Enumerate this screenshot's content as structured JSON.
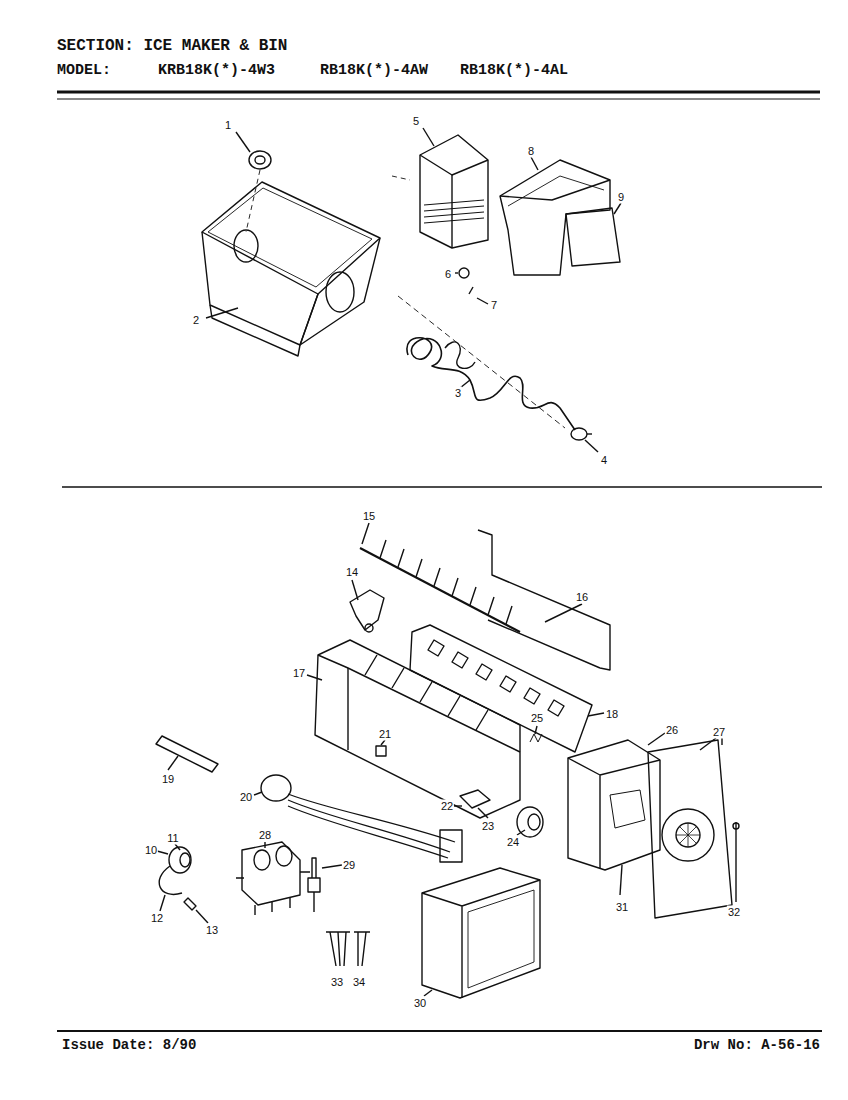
{
  "diagram": {
    "title": "SECTION: ICE MAKER & BIN",
    "labels": [
      "MODEL:",
      "KRB18K(*)-4W3",
      "RB18K(*)-4AW",
      "RB18K(*)-4AL",
      "1",
      "2",
      "3",
      "4",
      "5",
      "6",
      "7",
      "8",
      "9",
      "10",
      "11",
      "12",
      "13",
      "14",
      "15",
      "16",
      "17",
      "18",
      "19",
      "20",
      "21",
      "22",
      "23",
      "24",
      "25",
      "26",
      "27",
      "28",
      "29",
      "30",
      "31",
      "32",
      "33",
      "34",
      "Issue Date: 8/90",
      "Drw No: A-56-16"
    ]
  }
}
